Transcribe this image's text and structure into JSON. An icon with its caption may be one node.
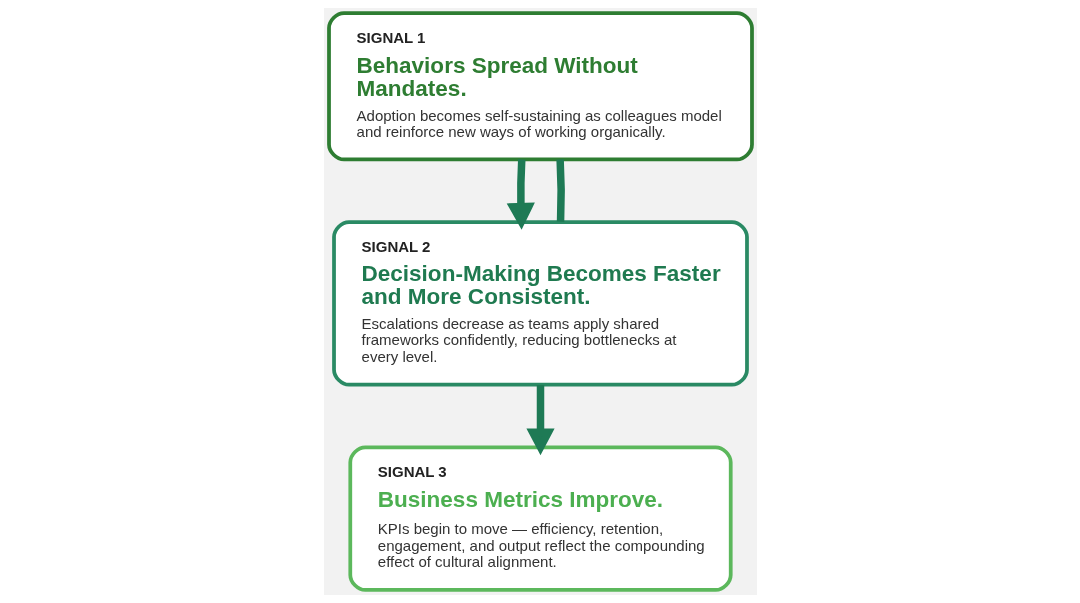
{
  "diagram": {
    "nodes": [
      {
        "text": [
          "SIGNAL 1",
          "Behaviors Spread Without Mandates.",
          "Adoption becomes self-sustaining as colleagues model and reinforce new ways of working organically."
        ]
      },
      {
        "text": [
          "SIGNAL 2",
          "Decision-Making Becomes Faster and More Consistent.",
          "Escalations decrease as teams apply shared frameworks confidently, reducing bottlenecks at every level."
        ]
      },
      {
        "text": [
          "SIGNAL 3",
          "Business Metrics Improve.",
          "KPIs begin to move — efficiency, retention, engagement, and output reflect the compounding effect of cultural alignment."
        ]
      }
    ],
    "edges": [
      {
        "from": 0,
        "to": 1,
        "arrow": "to"
      },
      {
        "from": 0,
        "to": 1,
        "arrow": "none"
      },
      {
        "from": 1,
        "to": 2,
        "arrow": "to"
      }
    ]
  }
}
